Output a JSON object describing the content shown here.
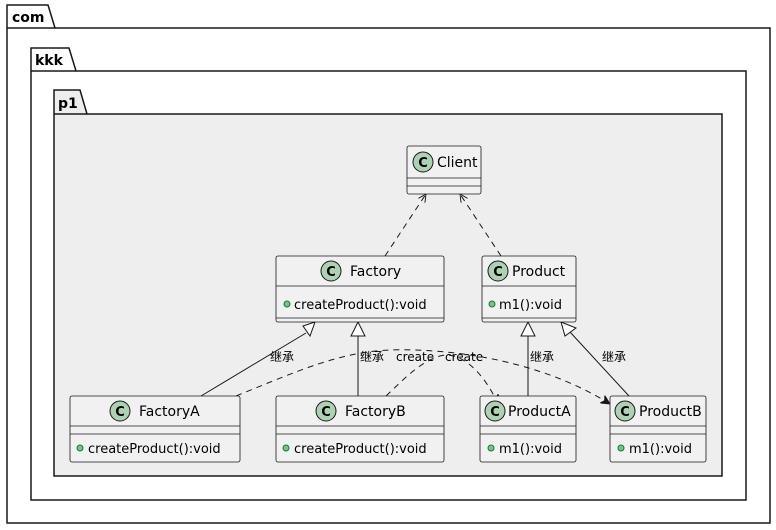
{
  "packages": {
    "outer": "com",
    "middle": "kkk",
    "inner": "p1"
  },
  "classes": {
    "client": {
      "name": "Client",
      "members": []
    },
    "factory": {
      "name": "Factory",
      "members": [
        "createProduct():void"
      ]
    },
    "product": {
      "name": "Product",
      "members": [
        "m1():void"
      ]
    },
    "factoryA": {
      "name": "FactoryA",
      "members": [
        "createProduct():void"
      ]
    },
    "factoryB": {
      "name": "FactoryB",
      "members": [
        "createProduct():void"
      ]
    },
    "productA": {
      "name": "ProductA",
      "members": [
        "m1():void"
      ]
    },
    "productB": {
      "name": "ProductB",
      "members": [
        "m1():void"
      ]
    }
  },
  "class_glyph": "C",
  "edge_labels": {
    "factoryA_inherit": "继承",
    "factoryB_inherit": "继承",
    "factoryA_create": "create",
    "factoryB_create": "create",
    "productA_inherit": "继承",
    "productB_inherit": "继承"
  },
  "colors": {
    "package_fill": "#ffffff",
    "inner_package_fill": "#eeeeee",
    "class_fill": "#f1f1f1",
    "class_glyph_fill": "#add1b2",
    "stroke": "#181818"
  }
}
